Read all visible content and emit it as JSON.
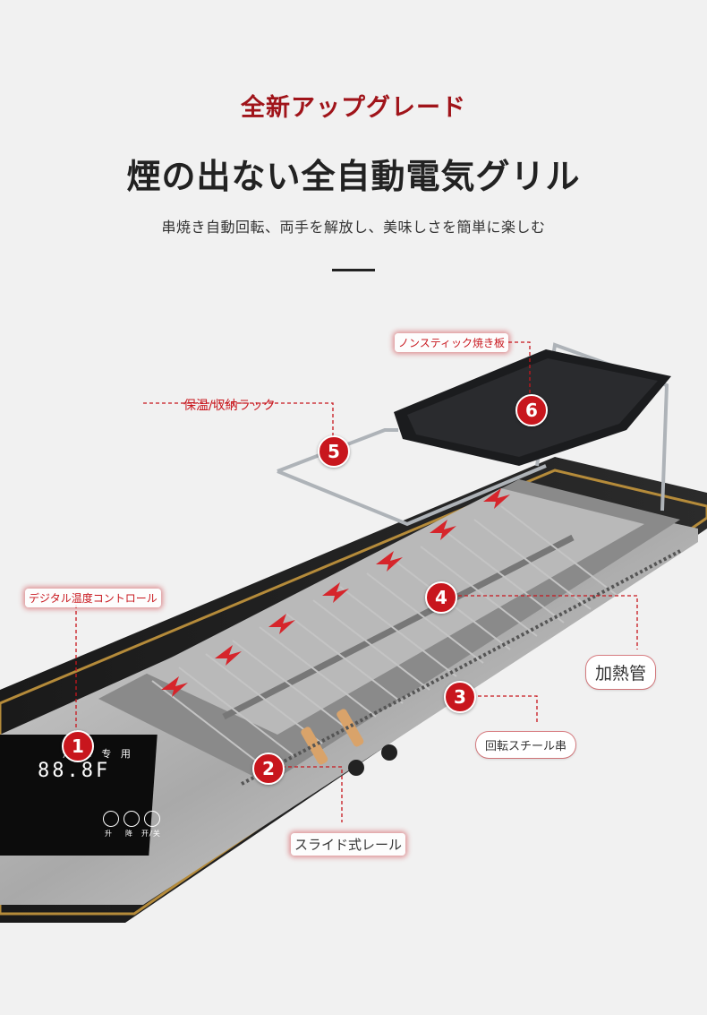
{
  "header": {
    "kicker": "全新アップグレード",
    "title": "煙の出ない全自動電気グリル",
    "subtitle": "串焼き自動回転、両手を解放し、美味しさを簡単に楽しむ"
  },
  "callouts": [
    {
      "number": "1",
      "label": "デジタル温度コントロール"
    },
    {
      "number": "2",
      "label": "スライド式レール"
    },
    {
      "number": "3",
      "label": "回転スチール串"
    },
    {
      "number": "4",
      "label": "加熱管"
    },
    {
      "number": "5",
      "label": "保温/収納ラック"
    },
    {
      "number": "6",
      "label": "ノンスティック焼き板"
    }
  ],
  "panel": {
    "display": "88.8F",
    "top_mark": "烤 串 专 用",
    "buttons": [
      "升",
      "降",
      "开/关"
    ]
  },
  "colors": {
    "accent": "#c8161d",
    "title": "#222222",
    "background": "#f1f1f1"
  }
}
